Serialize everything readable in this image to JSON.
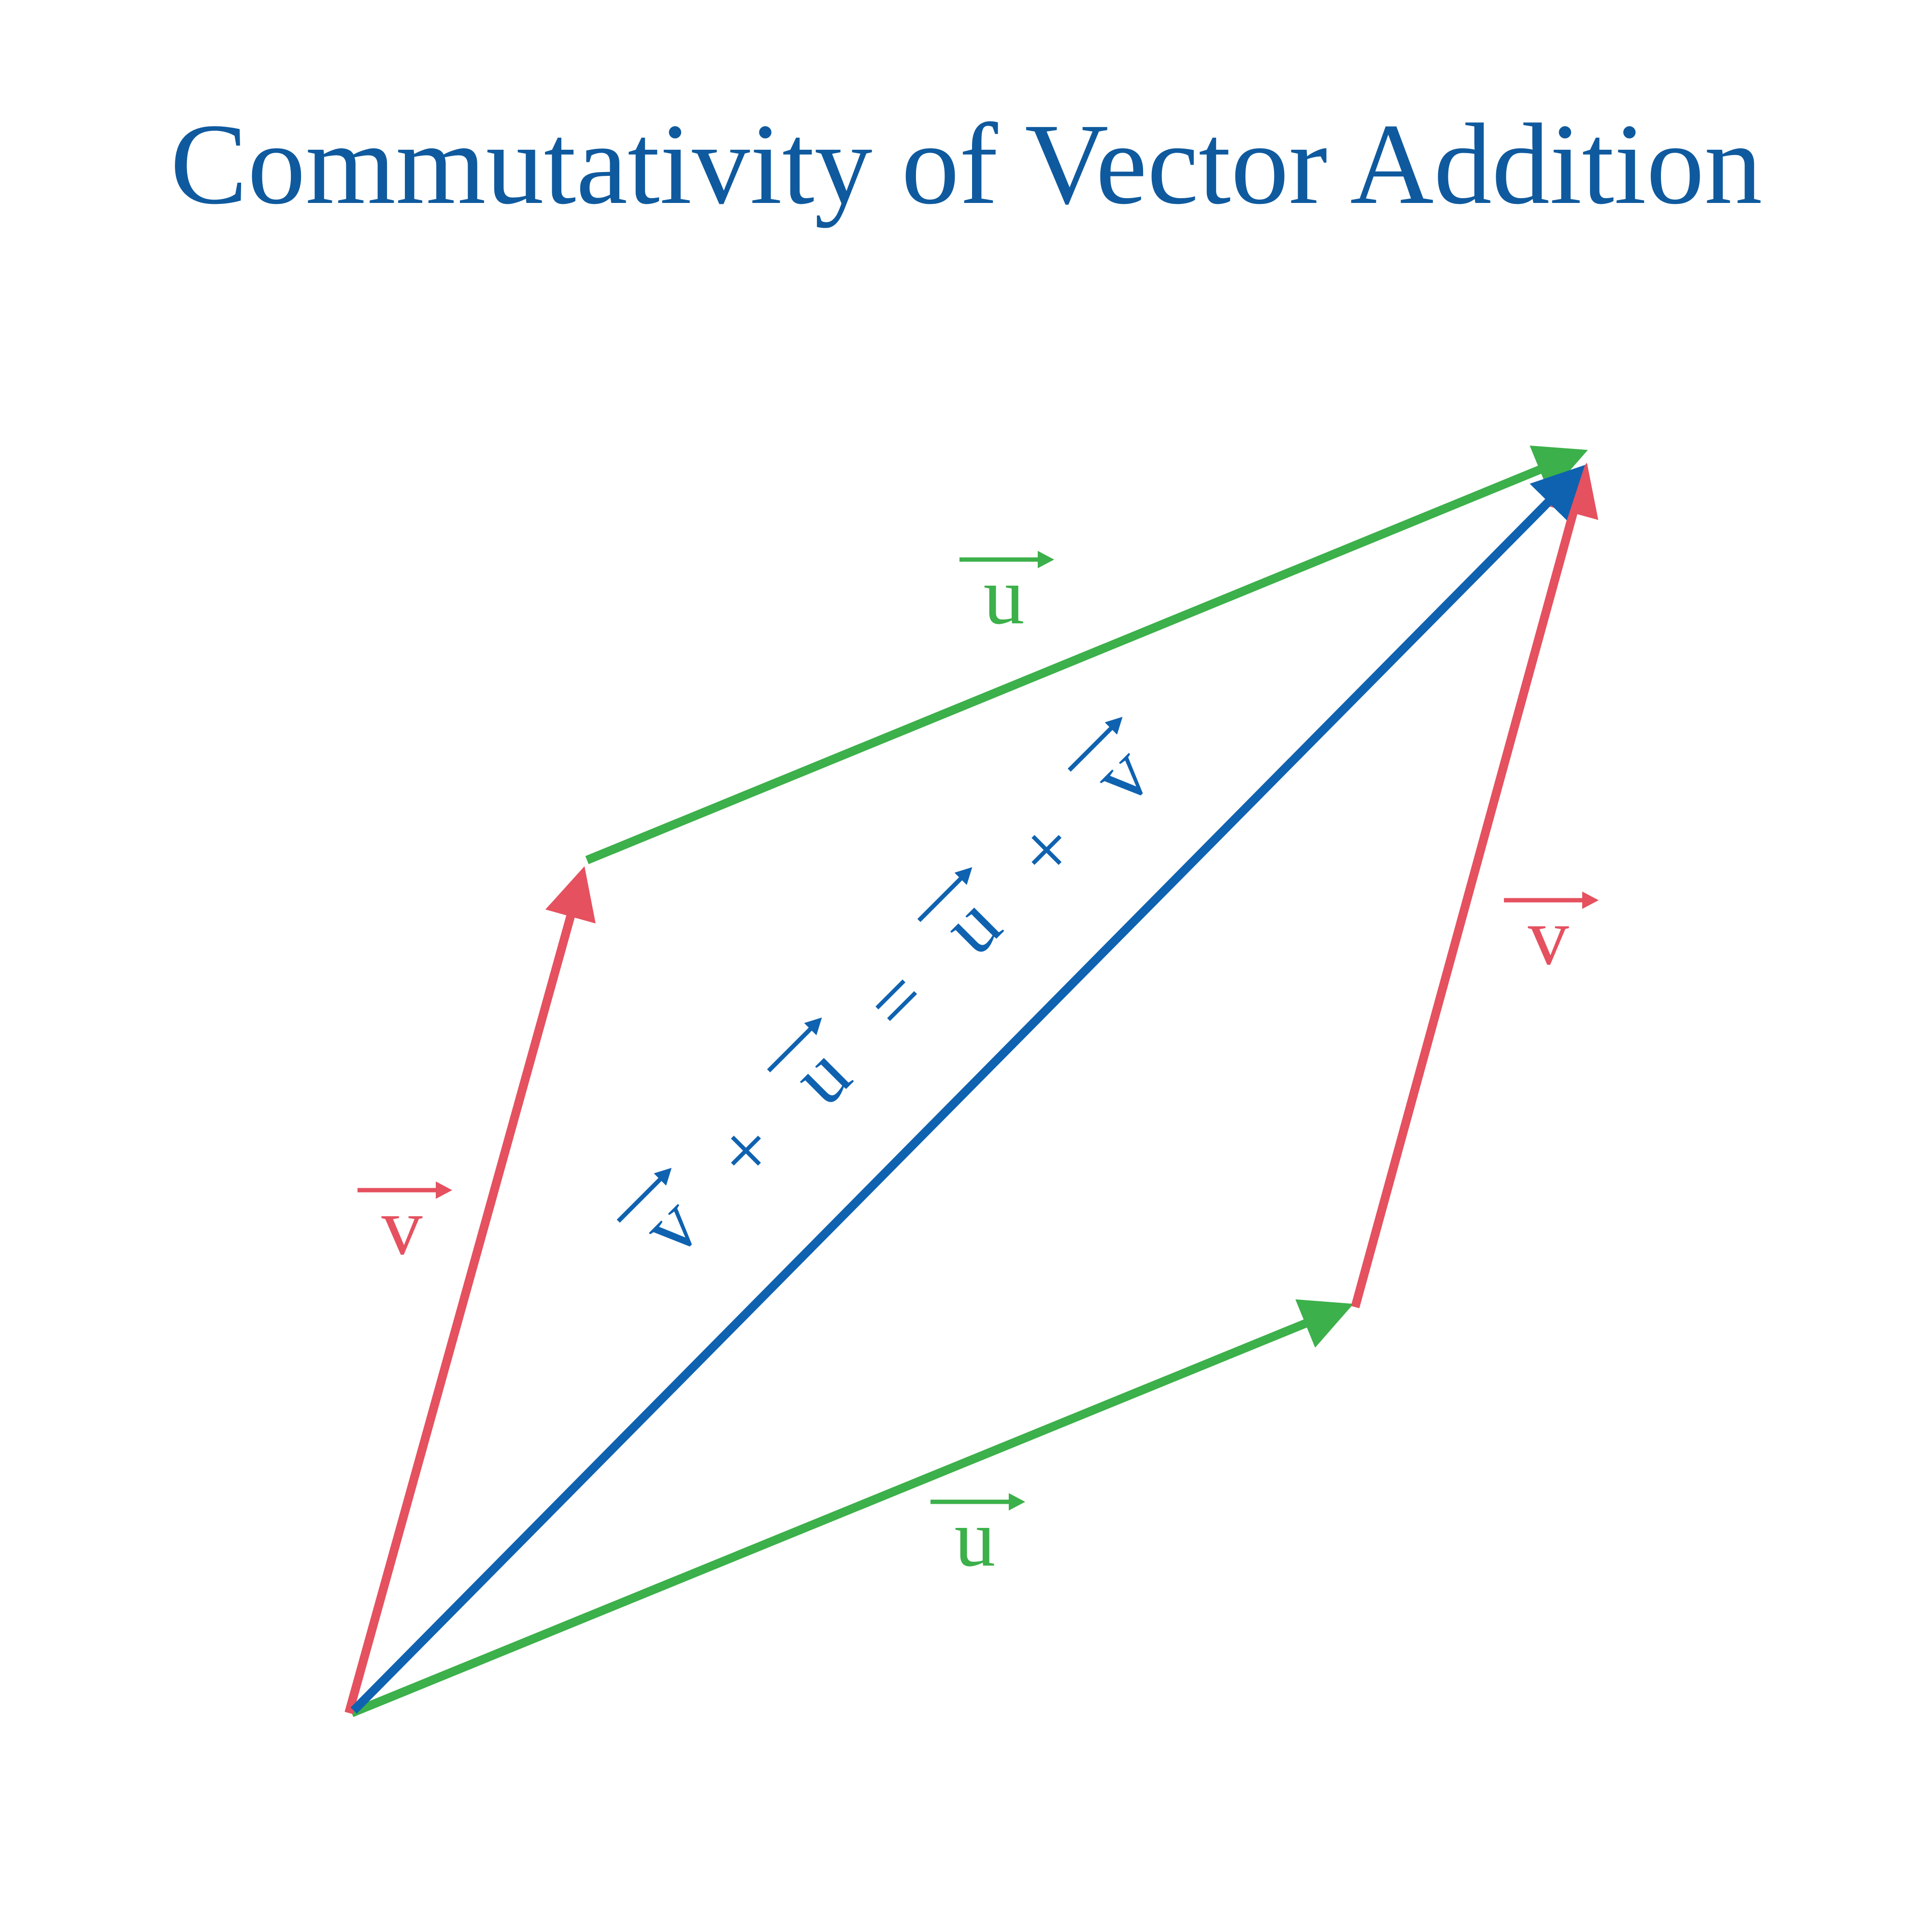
{
  "title": "Commutativity of Vector Addition",
  "vectors": {
    "u": {
      "letter": "u",
      "color": "#3cb04a"
    },
    "v": {
      "letter": "v",
      "color": "#e5515f"
    },
    "sum": {
      "color": "#0f62b0"
    }
  },
  "equation": {
    "terms": [
      "v",
      "+",
      "u",
      "=",
      "u",
      "+",
      "v"
    ],
    "vector_term_flags": [
      true,
      false,
      true,
      false,
      true,
      false,
      true
    ]
  },
  "colors": {
    "title": "#0f5a9e",
    "u": "#3cb04a",
    "v": "#e5515f",
    "sum": "#0f62b0",
    "background": "#ffffff"
  }
}
